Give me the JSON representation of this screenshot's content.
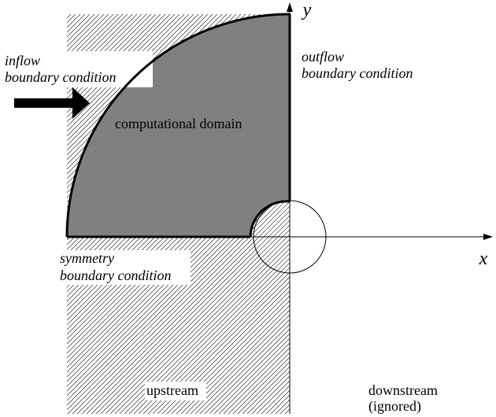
{
  "axes": {
    "x_label": "x",
    "y_label": "y"
  },
  "labels": {
    "inflow_line1": "inflow",
    "inflow_line2": "boundary condition",
    "outflow_line1": "outflow",
    "outflow_line2": "boundary condition",
    "domain": "computational domain",
    "symmetry_line1": "symmetry",
    "symmetry_line2": "boundary condition",
    "upstream": "upstream",
    "downstream_line1": "downstream",
    "downstream_line2": "(ignored)"
  },
  "colors": {
    "domain_fill": "#808080",
    "hatch": "#000000",
    "arrow": "#000000"
  }
}
